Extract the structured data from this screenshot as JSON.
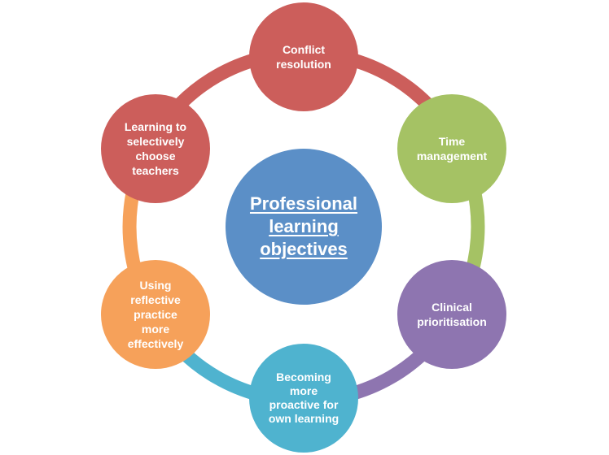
{
  "diagram": {
    "center": {
      "label": "Professional\nlearning\nobjectives",
      "color": "#5b8fc7"
    },
    "nodes": [
      {
        "label": "Conflict\nresolution",
        "color": "#cc5e5b"
      },
      {
        "label": "Time\nmanagement",
        "color": "#a5c264"
      },
      {
        "label": "Clinical\nprioritisation",
        "color": "#8e75b0"
      },
      {
        "label": "Becoming\nmore\nproactive for\nown learning",
        "color": "#4fb3cf"
      },
      {
        "label": "Using\nreflective\npractice\nmore\neffectively",
        "color": "#f6a15a"
      },
      {
        "label": "Learning to\nselectively\nchoose\nteachers",
        "color": "#cc5e5b"
      }
    ]
  }
}
